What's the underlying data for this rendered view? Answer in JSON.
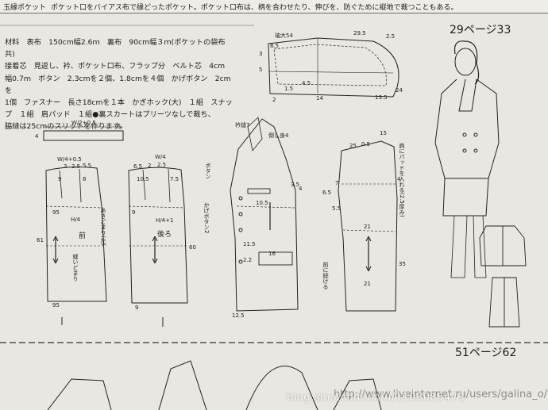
{
  "header": {
    "tag": "玉縁ポケット",
    "description": "ポケット口をバイアス布で縁どったポケット。ポケット口布は、柄を合わせたり、伸びを、防ぐために縦地で裁つこともある。"
  },
  "materials": {
    "lines": [
      "材料　表布　150cm幅2.6ｍ　裏布　90cm幅３ｍ(ポケットの袋布共)",
      "接着芯　見返し、衿、ポケット口布、フラップ分　ベルト芯　4cm",
      "幅0.7ｍ　ボタン　2.3cmを２個、1.8cmを４個　かげボタン　2cmを",
      "1個　ファスナー　長さ18cmを１本　かぎホック(大)　１組　スナッ",
      "プ　１組　肩パッド　１組●裏スカートはプリーツなしで裁ち、",
      "脇縫は25cmのスリットを作ります。"
    ]
  },
  "page_refs": {
    "top": "29ページ33",
    "bottom": "51ページ62"
  },
  "watermark": {
    "text": "blog.sina.com.cn/u/1108085473",
    "faint": "http://www.liveinternet.ru/users/galina_o/"
  },
  "skirt": {
    "waistband": {
      "w": "W/2+0.5",
      "h1": "4",
      "h2": "5"
    },
    "front": {
      "title": "前",
      "w": "W/4+0.5",
      "d1": "3",
      "d2": "2.5",
      "d3": "5.5",
      "d4": "9",
      "d5": "8",
      "h": "H/4",
      "h2": "95",
      "len": "61",
      "grain": "縫いどまり",
      "zip": "あきどまり(左)",
      "bottom": "95"
    },
    "back": {
      "title": "後ろ",
      "w": "W/4",
      "d1": "6.5",
      "d2": "2",
      "d3": "2.5",
      "d4": "10.5",
      "d5": "7.5",
      "h": "H/4+1",
      "h2": "9",
      "len": "60",
      "bottom": "9"
    }
  },
  "jacket": {
    "pocket": {
      "a": "袖大54",
      "b": "29.5",
      "c": "8.5",
      "d": "2.5",
      "e": "3",
      "f": "5",
      "g": "24",
      "h": "13.5",
      "i": "4.5",
      "j": "1.5",
      "k": "14",
      "m": "2"
    },
    "front_labels": {
      "collar": "衿縫7",
      "collar2": "倒し身4",
      "button": "ボタン",
      "kage": "かげボタン2",
      "fuse": "ボタン",
      "p1": "11.5",
      "p2": "10.5",
      "p3": "3.5",
      "p4": "16",
      "p5": "12.5",
      "p6": "4",
      "p7": "2.2"
    },
    "back_labels": {
      "a": "25",
      "b": "0.5",
      "c": "15",
      "d": "7",
      "e": "6.5",
      "f": "21",
      "g": "21",
      "h": "35",
      "i": "4",
      "j": "5.5",
      "note": "肩にパッドを入れる(2.5厚み)",
      "mark": "前に続ける"
    }
  }
}
